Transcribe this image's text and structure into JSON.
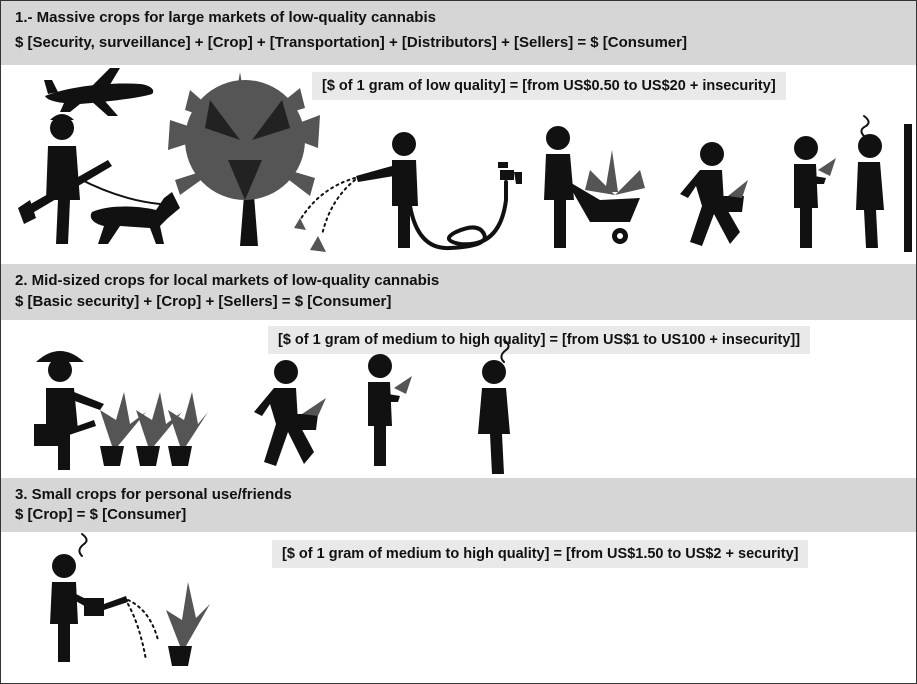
{
  "colors": {
    "band": "#d6d6d6",
    "price_box": "#e9e9e9",
    "figure": "#111111",
    "leaf": "#555555"
  },
  "sections": [
    {
      "title": "1.- Massive crops for large markets of low-quality cannabis",
      "formula": "$ [Security, surveillance] + [Crop] + [Transportation] + [Distributors] + [Sellers] = $ [Consumer]",
      "price": "[$ of 1 gram of low quality] = [from US$0.50 to US$20 + insecurity]",
      "icons": [
        "airplane-icon",
        "armed-guard-icon",
        "guard-dog-icon",
        "cannabis-tree-icon",
        "watering-hose-person-icon",
        "faucet-icon",
        "wheelbarrow-person-icon",
        "walking-carrier-icon",
        "seller-icon",
        "smoker-icon"
      ]
    },
    {
      "title": "2. Mid-sized crops for local markets of low-quality cannabis",
      "formula": "$ [Basic security] + [Crop] + [Sellers] = $ [Consumer]",
      "price": "[$ of 1 gram of medium to high quality] = [from US$1 to US100 + insecurity]]",
      "icons": [
        "farmer-watering-can-icon",
        "potted-plant-icon",
        "walking-carrier-icon",
        "seller-icon",
        "smoker-icon"
      ]
    },
    {
      "title": "3. Small crops for personal use/friends",
      "formula": "$ [Crop] = $ [Consumer]",
      "price": "[$ of 1 gram of medium to high quality] = [from US$1.50 to US$2 + security]",
      "icons": [
        "smoker-watering-icon",
        "potted-plant-icon"
      ]
    }
  ]
}
